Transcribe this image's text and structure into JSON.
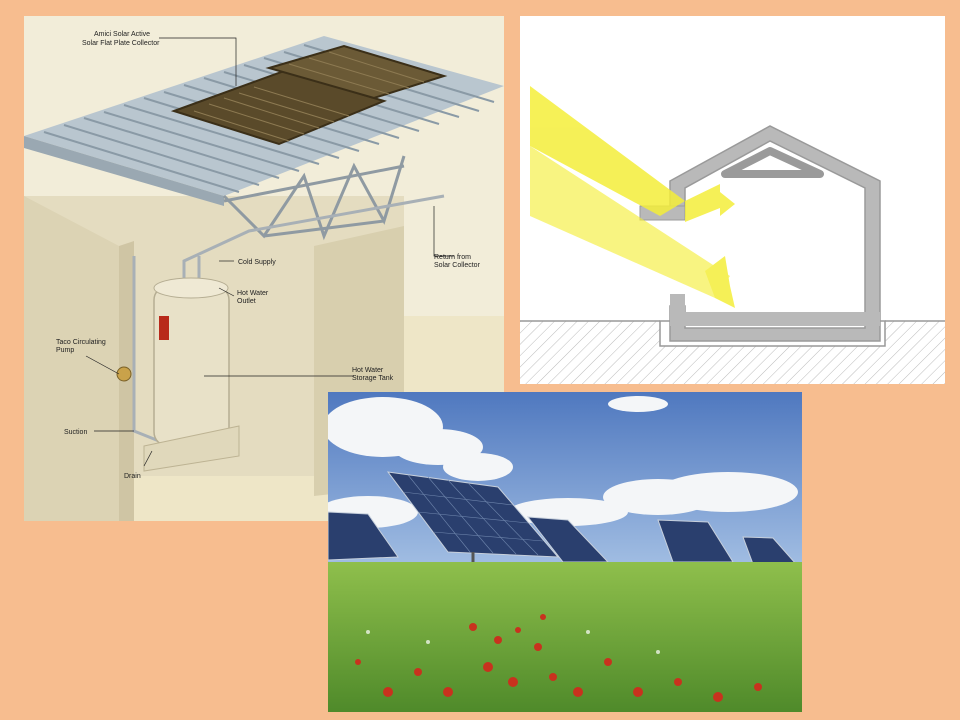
{
  "slide": {
    "background": "#f7bd8f"
  },
  "water_heater_diagram": {
    "labels": {
      "collector_line1": "Amici Solar Active",
      "collector_line2": "Solar Flat Plate Collector",
      "cold_supply": "Cold Supply",
      "hot_outlet_line1": "Hot Water",
      "hot_outlet_line2": "Outlet",
      "return_line1": "Return from",
      "return_line2": "Solar Collector",
      "pump_line1": "Taco Circulating",
      "pump_line2": "Pump",
      "tank_line1": "Hot Water",
      "tank_line2": "Storage Tank",
      "suction": "Suction",
      "drain": "Drain"
    }
  },
  "passive_solar_diagram": {
    "colors": {
      "sunlight": "#f4ee3a",
      "walls": "#b9b9b9"
    }
  },
  "solar_field_photo": {
    "colors": {
      "sky": "#7ea8d8",
      "grass": "#6fa33c",
      "flowers": "#c8321e"
    }
  }
}
